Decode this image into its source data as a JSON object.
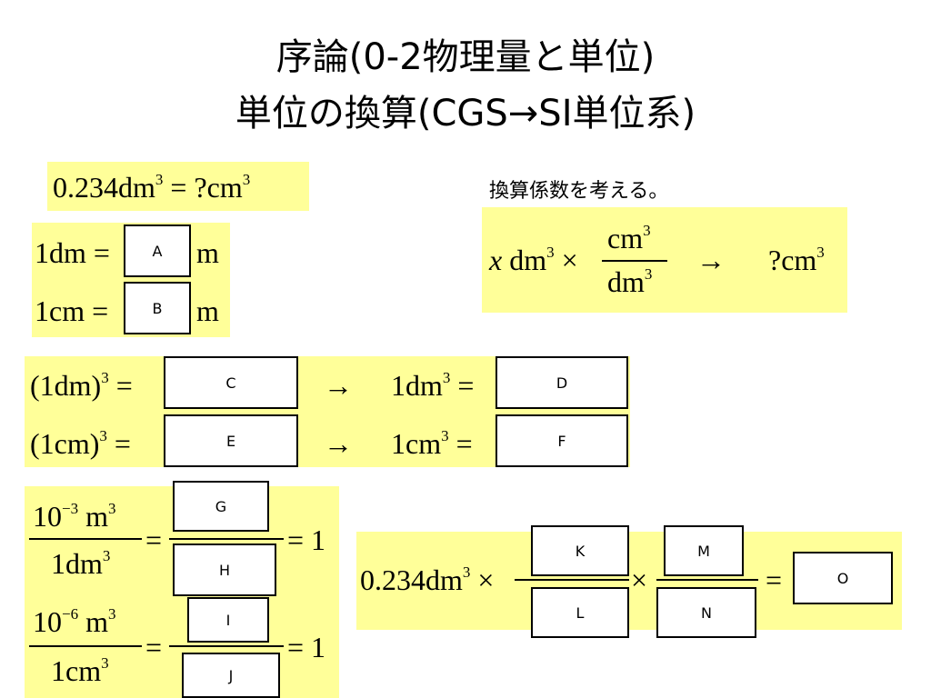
{
  "title": {
    "line1": "序論(0-2物理量と単位)",
    "line2": "単位の換算(CGS→SI単位系)"
  },
  "question": {
    "lhs": "0.234dm",
    "rhs": " = ?cm"
  },
  "hint_label": "換算係数を考える。",
  "hint": {
    "x": "x",
    "dm": " dm",
    "times": " ×",
    "num": "cm",
    "den": "dm",
    "arrow": "→",
    "result": "?cm"
  },
  "row_ab": {
    "dm": "1dm =",
    "cm": "1cm =",
    "unit": "m"
  },
  "row_cf": {
    "dm_lhs": "(1dm)",
    "cm_lhs": "(1cm)",
    "eq": " =",
    "arrow": "→",
    "dm_rhs": "1dm",
    "cm_rhs": "1cm"
  },
  "frac": {
    "n1": "10",
    "n1exp": "−3",
    "m": " m",
    "d1": "1dm",
    "n2": "10",
    "n2exp": "−6",
    "d2": "1cm",
    "eq1": "= 1"
  },
  "final": {
    "lhs": "0.234dm",
    "times": "×",
    "eq": "="
  },
  "exp3": "3",
  "boxes": {
    "A": "A",
    "B": "B",
    "C": "C",
    "D": "D",
    "E": "E",
    "F": "F",
    "G": "G",
    "H": "H",
    "I": "I",
    "J": "J",
    "K": "K",
    "L": "L",
    "M": "M",
    "N": "N",
    "O": "O"
  }
}
